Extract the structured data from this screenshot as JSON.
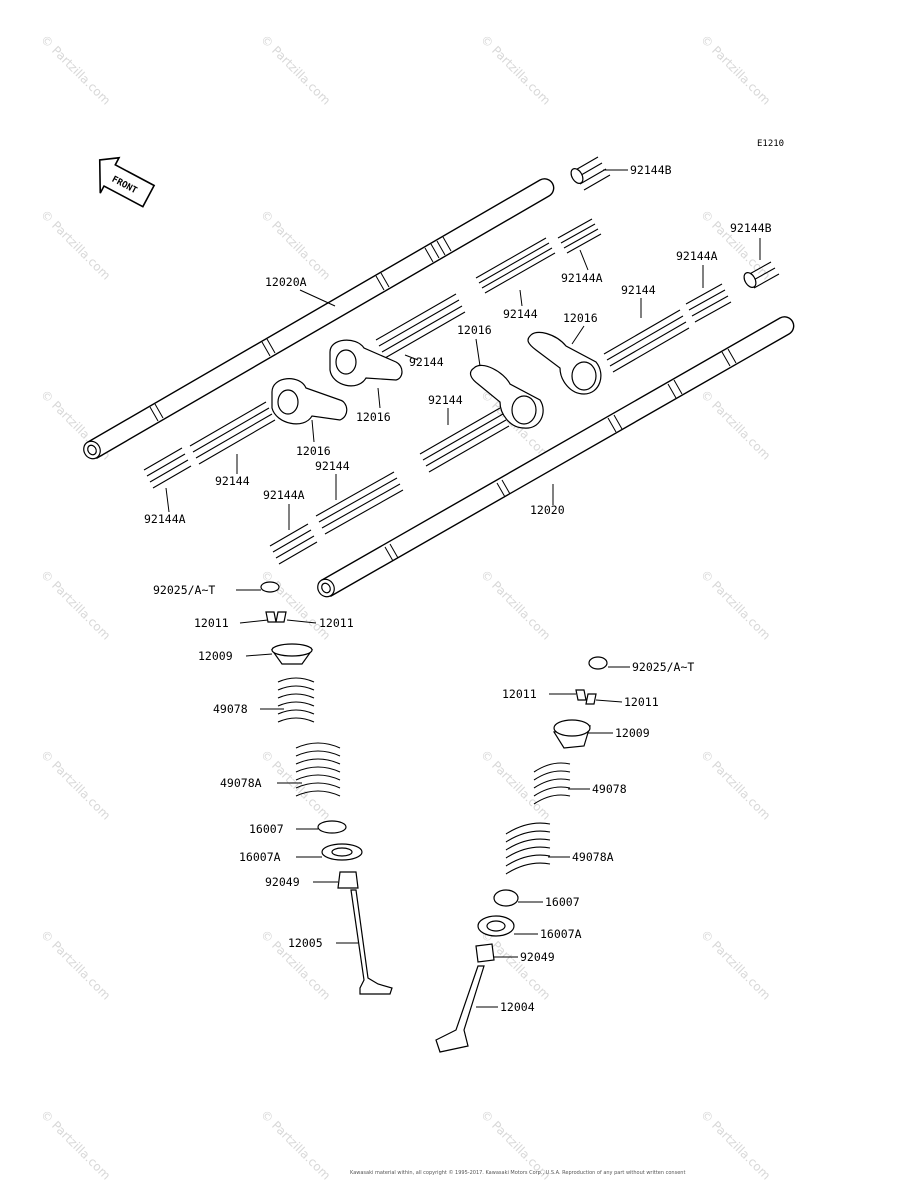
{
  "diagram_code": "E1210",
  "front_label": "FRONT",
  "watermark_text": "© Partzilla.com",
  "copyright": "Kawasaki material within, all copyright © 1995-2017. Kawasaki Motors Corp., U.S.A. Reproduction of any part without written consent",
  "labels": {
    "l92144B_top": "92144B",
    "l92144B_right": "92144B",
    "l12020A": "12020A",
    "l92144A_mid": "92144A",
    "l92144A_right": "92144A",
    "l92144_center": "92144",
    "l92144_right": "92144",
    "l12016_top": "12016",
    "l12016_right": "12016",
    "l92144_midleft": "92144",
    "l12016_mid": "12016",
    "l12016_left": "12016",
    "l92144_center2": "92144",
    "l92144_left": "92144",
    "l92144_left2": "92144",
    "l92144A_left2": "92144A",
    "l12020": "12020",
    "l92144A_left": "92144A",
    "l92025_left": "92025/A~T",
    "l12011_a": "12011",
    "l12011_b": "12011",
    "l12009_left": "12009",
    "l49078_left": "49078",
    "l49078A_left": "49078A",
    "l16007_left": "16007",
    "l16007A_left": "16007A",
    "l92049_left": "92049",
    "l12005": "12005",
    "l92025_right": "92025/A~T",
    "l12011_c": "12011",
    "l12011_d": "12011",
    "l12009_right": "12009",
    "l49078_right": "49078",
    "l49078A_right": "49078A",
    "l16007_right": "16007",
    "l16007A_right": "16007A",
    "l92049_right": "92049",
    "l12004": "12004"
  }
}
